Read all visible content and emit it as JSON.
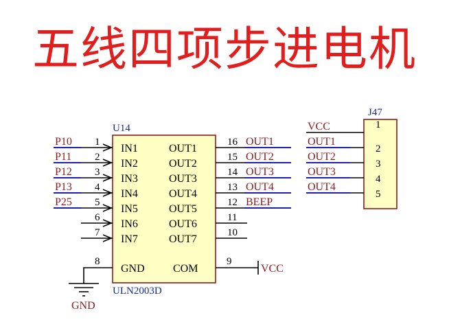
{
  "title": "五线四项步进电机",
  "u14": {
    "ref": "U14",
    "part": "ULN2003D",
    "inputs": [
      {
        "net": "P10",
        "pin": "1",
        "func": "IN1"
      },
      {
        "net": "P11",
        "pin": "2",
        "func": "IN2"
      },
      {
        "net": "P12",
        "pin": "3",
        "func": "IN3"
      },
      {
        "net": "P13",
        "pin": "4",
        "func": "IN4"
      },
      {
        "net": "P25",
        "pin": "5",
        "func": "IN5"
      },
      {
        "net": "",
        "pin": "6",
        "func": "IN6"
      },
      {
        "net": "",
        "pin": "7",
        "func": "IN7"
      }
    ],
    "outputs": [
      {
        "pin": "16",
        "net": "OUT1",
        "func": "OUT1"
      },
      {
        "pin": "15",
        "net": "OUT2",
        "func": "OUT2"
      },
      {
        "pin": "14",
        "net": "OUT3",
        "func": "OUT3"
      },
      {
        "pin": "13",
        "net": "OUT4",
        "func": "OUT4"
      },
      {
        "pin": "12",
        "net": "BEEP",
        "func": "OUT5"
      },
      {
        "pin": "11",
        "net": "",
        "func": "OUT6"
      },
      {
        "pin": "10",
        "net": "",
        "func": "OUT7"
      }
    ],
    "gnd": {
      "pin": "8",
      "func": "GND",
      "net": "GND"
    },
    "com": {
      "pin": "9",
      "func": "COM",
      "net": "VCC"
    }
  },
  "j47": {
    "ref": "J47",
    "pins": [
      {
        "pin": "1",
        "net": "VCC"
      },
      {
        "pin": "2",
        "net": "OUT1"
      },
      {
        "pin": "3",
        "net": "OUT2"
      },
      {
        "pin": "4",
        "net": "OUT3"
      },
      {
        "pin": "5",
        "net": "OUT4"
      }
    ]
  },
  "colors": {
    "title": "#e01e1e",
    "net_label": "#8b1a1a",
    "bus": "#1d1db8",
    "ic_body": "#ffffc4",
    "ic_border": "#8b1a1a"
  }
}
